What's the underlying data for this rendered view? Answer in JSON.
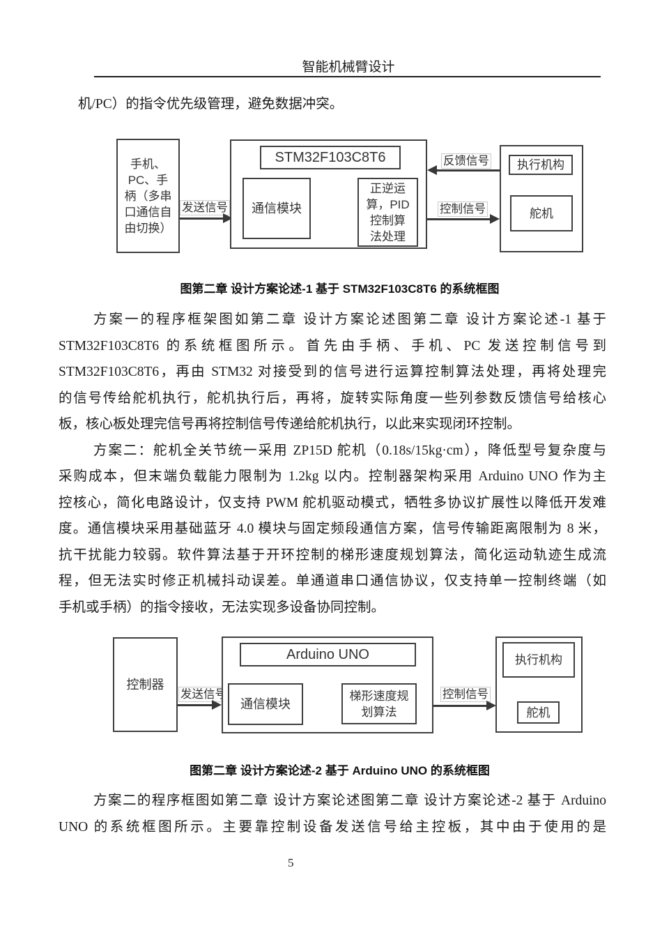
{
  "header": {
    "title": "智能机械臂设计"
  },
  "intro": {
    "text": "机/PC）的指令优先级管理，避免数据冲突。"
  },
  "colors": {
    "text": "#1a1a1a",
    "diagram_line": "#3f3f3f"
  },
  "figure1": {
    "caption": "图第二章 设计方案论述-1 基于 STM32F103C8T6 的系统框图",
    "boxes": {
      "source": "手机、\nPC、手\n柄（多串\n口通信自\n由切换）",
      "mcu": "STM32F103C8T6",
      "comm": "通信模块",
      "algo": "正逆运\n算，PID\n控制算\n法处理",
      "actuator": "执行机构",
      "servo": "舵机"
    },
    "labels": {
      "send": "发送信号",
      "feedback": "反馈信号",
      "control": "控制信号"
    }
  },
  "figure2": {
    "caption": "图第二章 设计方案论述-2 基于 Arduino UNO 的系统框图",
    "boxes": {
      "controller": "控制器",
      "mcu": "Arduino UNO",
      "comm": "通信模块",
      "algo": "梯形速度规\n划算法",
      "actuator": "执行机构",
      "servo": "舵机"
    },
    "labels": {
      "send": "发送信号",
      "control": "控制信号"
    }
  },
  "body": {
    "paragraph1": {
      "lines": [
        "方案一的程序框架图如第二章 设计方案论述图第二章 设计方案论述-1 基于",
        "STM32F103C8T6 的系统框图所示。首先由手柄、手机、PC 发送控制信号到",
        "STM32F103C8T6，再由 STM32 对接受到的信号进行运算控制算法处理，再将处理完",
        "的信号传给舵机执行，舵机执行后，再将，旋转实际角度一些列参数反馈信号给核心",
        "板，核心板处理完信号再将控制信号传递给舵机执行，以此来实现闭环控制。"
      ]
    },
    "paragraph2": {
      "lines": [
        "方案二：舵机全关节统一采用 ZP15D 舵机（0.18s/15kg·cm），降低型号复杂度与",
        "采购成本，但末端负载能力限制为 1.2kg 以内。控制器架构采用 Arduino UNO 作为主",
        "控核心，简化电路设计，仅支持 PWM 舵机驱动模式，牺牲多协议扩展性以降低开发难",
        "度。通信模块采用基础蓝牙 4.0 模块与固定频段通信方案，信号传输距离限制为 8 米，",
        "抗干扰能力较弱。软件算法基于开环控制的梯形速度规划算法，简化运动轨迹生成流",
        "程，但无法实时修正机械抖动误差。单通道串口通信协议，仅支持单一控制终端（如",
        "手机或手柄）的指令接收，无法实现多设备协同控制。"
      ]
    },
    "paragraph3": {
      "lines": [
        "方案二的程序框图如第二章 设计方案论述图第二章 设计方案论述-2 基于 Arduino",
        "UNO 的系统框图所示。主要靠控制设备发送信号给主控板，其中由于使用的是"
      ]
    }
  },
  "footer": {
    "page_number": "5"
  }
}
